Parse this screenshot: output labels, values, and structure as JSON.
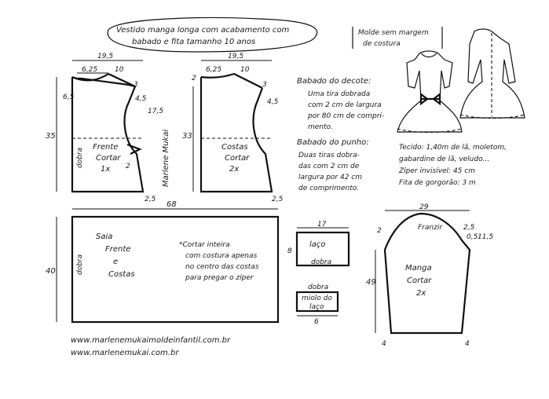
{
  "title": {
    "line1": "Vestido manga longa com acabamento com",
    "line2": "babado e fita tamanho 10 anos"
  },
  "note_seam": {
    "line1": "Molde sem margem",
    "line2": "de costura"
  },
  "front": {
    "width_total": "19,5",
    "shoulder": "6,25",
    "neck": "10",
    "shoulder_drop": "3",
    "armhole_depth": "17,5",
    "side_mark": "4,5",
    "neck_depth": "6,5",
    "length": "35",
    "label": "Frente",
    "cut": "Cortar",
    "count": "1x",
    "fold": "dobra",
    "dart": "2",
    "hem_ext": "2,5"
  },
  "back": {
    "width_total": "19,5",
    "shoulder": "6,25",
    "neck": "10",
    "neck_depth": "2",
    "shoulder_drop": "3",
    "side_mark": "4,5",
    "length": "33",
    "label": "Costas",
    "cut": "Cortar",
    "count": "2x",
    "hem_ext": "2,5"
  },
  "signature": "Marlene Mukai",
  "neck_ruffle": {
    "heading": "Babado do decote:",
    "lines": [
      "Uma tira dobrada",
      "com 2 cm de largura",
      "por 80 cm de compri-",
      "mento."
    ]
  },
  "cuff_ruffle": {
    "heading": "Babado do punho:",
    "lines": [
      "Duas tiras dobra-",
      "das com 2 cm de",
      "largura por 42 cm",
      "de comprimento."
    ]
  },
  "materials": [
    "Tecido: 1,40m de lã, moletom,",
    "gabardine de lã, veludo...",
    "Zíper invisível: 45 cm",
    "Fita de gorgorão: 3 m"
  ],
  "skirt": {
    "width": "68",
    "height": "40",
    "label1": "Saia",
    "label2": "Frente",
    "label3": "e",
    "label4": "Costas",
    "fold": "dobra",
    "note": [
      "*Cortar inteira",
      "com costura apenas",
      "no centro das costas",
      "para pregar o zíper"
    ]
  },
  "bow": {
    "width": "17",
    "height": "8",
    "label": "laço",
    "fold": "dobra"
  },
  "bow_center": {
    "fold": "dobra",
    "label1": "miolo do",
    "label2": "laço",
    "width": "6"
  },
  "sleeve": {
    "width": "29",
    "cap_left": "2",
    "cap_right": "2,5",
    "gather": "Franzir",
    "mark_a": "0,5",
    "mark_b": "11,5",
    "height": "49",
    "label": "Manga",
    "cut": "Cortar",
    "count": "2x",
    "hem_left": "4",
    "hem_right": "4"
  },
  "urls": [
    "www.marlenemukaimoldeinfantil.com.br",
    "www.marlenemukai.com.br"
  ]
}
